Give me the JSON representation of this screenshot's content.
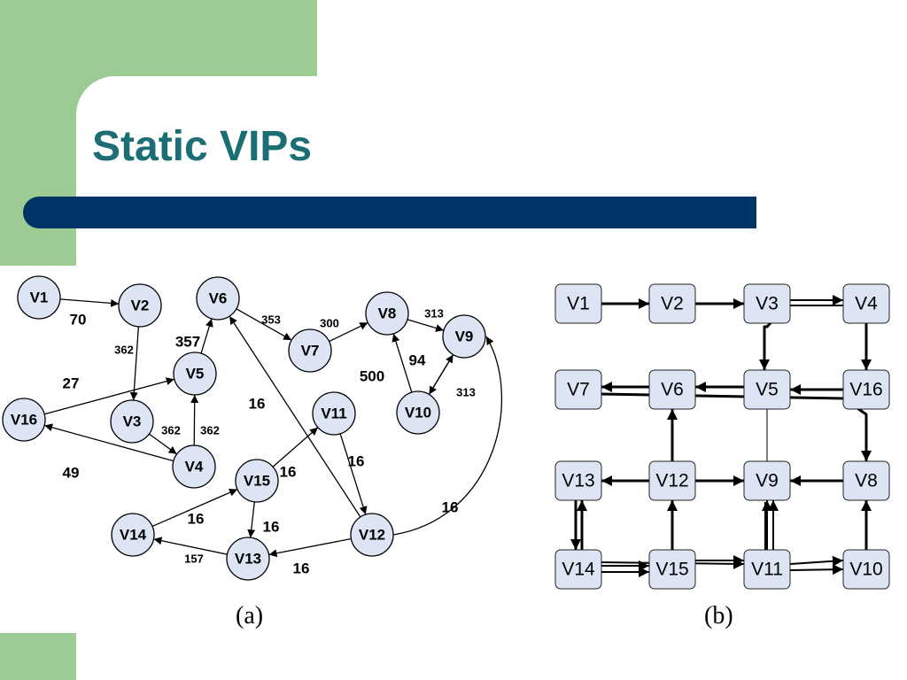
{
  "slide": {
    "title": "Static VIPs",
    "colors": {
      "title": "#1b6e73",
      "bar": "#003366",
      "accent_green": "#9ccb94",
      "node_fill": "#dde5f5"
    }
  },
  "diagram_a": {
    "caption": "(a)",
    "nodes": [
      {
        "id": "V1",
        "label": "V1"
      },
      {
        "id": "V2",
        "label": "V2"
      },
      {
        "id": "V3",
        "label": "V3"
      },
      {
        "id": "V4",
        "label": "V4"
      },
      {
        "id": "V5",
        "label": "V5"
      },
      {
        "id": "V6",
        "label": "V6"
      },
      {
        "id": "V7",
        "label": "V7"
      },
      {
        "id": "V8",
        "label": "V8"
      },
      {
        "id": "V9",
        "label": "V9"
      },
      {
        "id": "V10",
        "label": "V10"
      },
      {
        "id": "V11",
        "label": "V11"
      },
      {
        "id": "V12",
        "label": "V12"
      },
      {
        "id": "V13",
        "label": "V13"
      },
      {
        "id": "V14",
        "label": "V14"
      },
      {
        "id": "V15",
        "label": "V15"
      },
      {
        "id": "V16",
        "label": "V16"
      }
    ],
    "edges": [
      {
        "from": "V1",
        "to": "V2",
        "weight": "70"
      },
      {
        "from": "V2",
        "to": "V3",
        "weight": "362"
      },
      {
        "from": "V3",
        "to": "V4",
        "weight": "362"
      },
      {
        "from": "V4",
        "to": "V5",
        "weight": "362"
      },
      {
        "from": "V5",
        "to": "V6",
        "weight": "357"
      },
      {
        "from": "V16",
        "to": "V5",
        "weight": "27"
      },
      {
        "from": "V4",
        "to": "V16",
        "weight": "49"
      },
      {
        "from": "V6",
        "to": "V7",
        "weight": "353"
      },
      {
        "from": "V7",
        "to": "V8",
        "weight": "300"
      },
      {
        "from": "V8",
        "to": "V9",
        "weight": "313"
      },
      {
        "from": "V9",
        "to": "V10",
        "weight": "313"
      },
      {
        "from": "V10",
        "to": "V8",
        "weight": "500"
      },
      {
        "from": "V10",
        "to": "V9",
        "weight": "94"
      },
      {
        "from": "V12",
        "to": "V6",
        "weight": "16"
      },
      {
        "from": "V15",
        "to": "V11",
        "weight": "16"
      },
      {
        "from": "V11",
        "to": "V12",
        "weight": "16"
      },
      {
        "from": "V12",
        "to": "V9",
        "weight": "16"
      },
      {
        "from": "V15",
        "to": "V13",
        "weight": "16"
      },
      {
        "from": "V12",
        "to": "V13",
        "weight": "16"
      },
      {
        "from": "V13",
        "to": "V14",
        "weight": "157"
      },
      {
        "from": "V14",
        "to": "V15",
        "weight": "16"
      }
    ]
  },
  "diagram_b": {
    "caption": "(b)",
    "nodes": [
      {
        "id": "V1",
        "label": "V1"
      },
      {
        "id": "V2",
        "label": "V2"
      },
      {
        "id": "V3",
        "label": "V3"
      },
      {
        "id": "V4",
        "label": "V4"
      },
      {
        "id": "V7",
        "label": "V7"
      },
      {
        "id": "V6",
        "label": "V6"
      },
      {
        "id": "V5",
        "label": "V5"
      },
      {
        "id": "V16",
        "label": "V16"
      },
      {
        "id": "V13",
        "label": "V13"
      },
      {
        "id": "V12",
        "label": "V12"
      },
      {
        "id": "V9",
        "label": "V9"
      },
      {
        "id": "V8",
        "label": "V8"
      },
      {
        "id": "V14",
        "label": "V14"
      },
      {
        "id": "V15",
        "label": "V15"
      },
      {
        "id": "V11",
        "label": "V11"
      },
      {
        "id": "V10",
        "label": "V10"
      }
    ]
  }
}
